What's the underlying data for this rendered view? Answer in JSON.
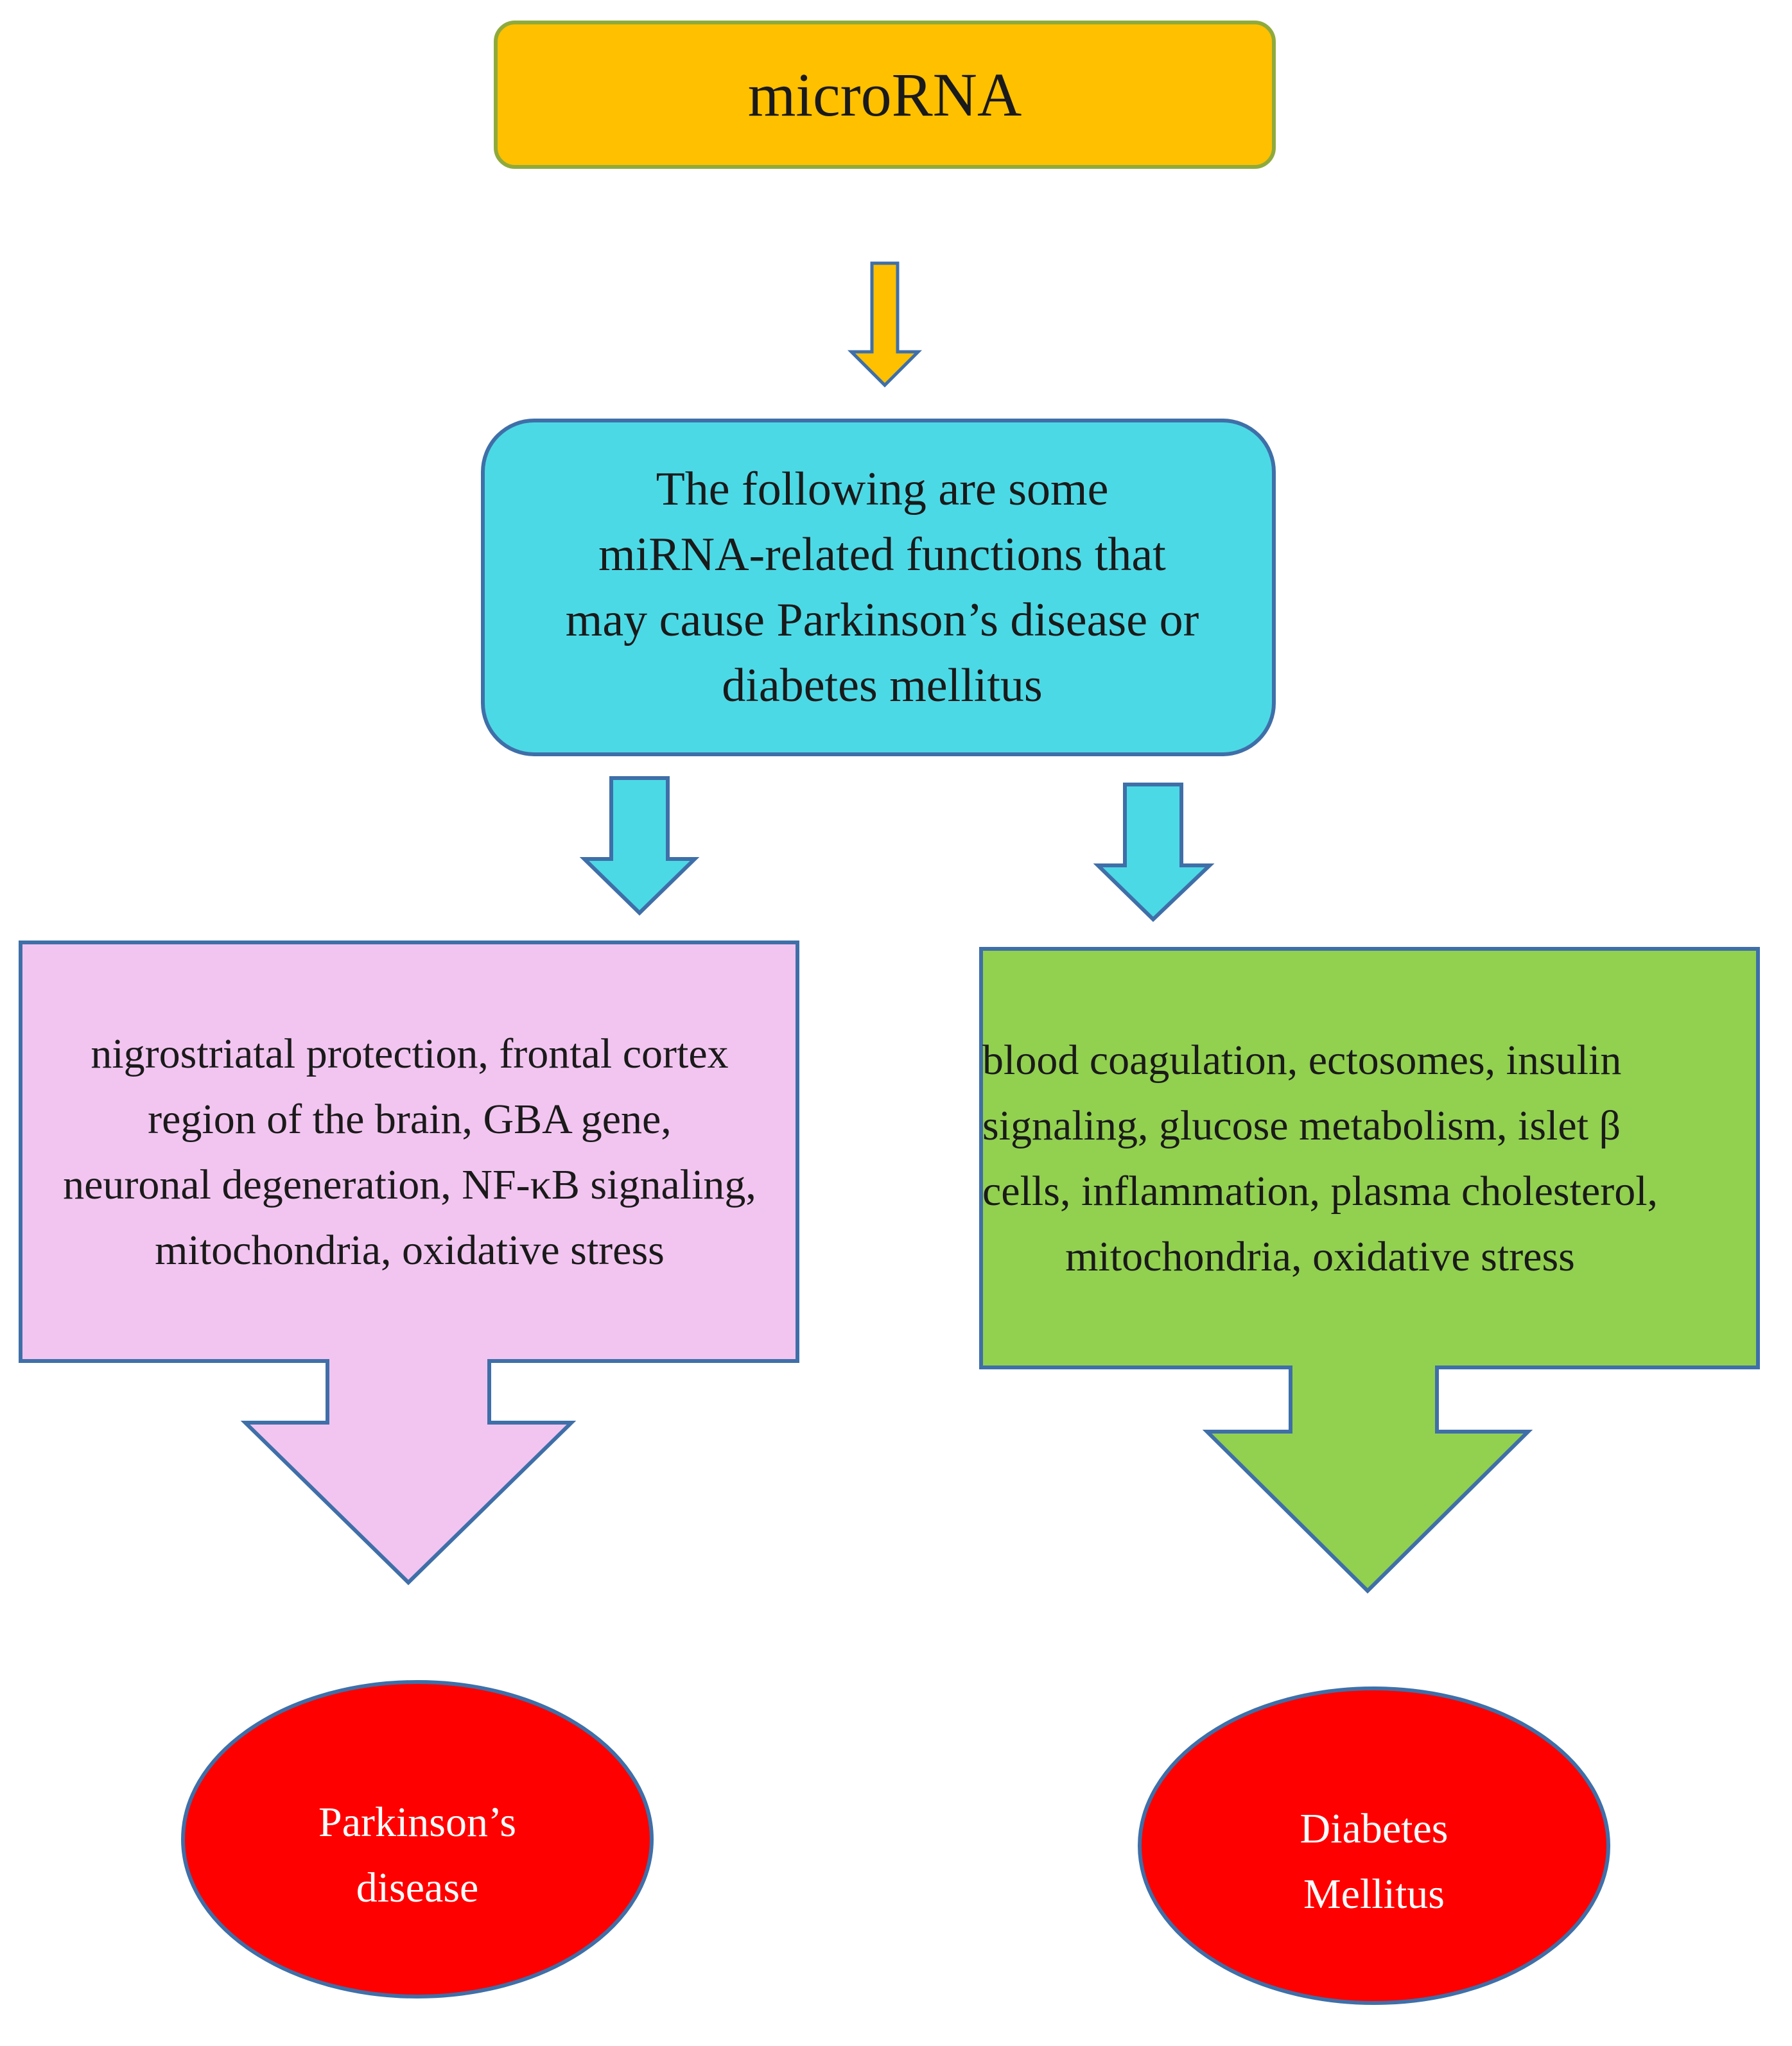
{
  "nodes": {
    "top": {
      "text": "microRNA",
      "fill": "#FFC000",
      "stroke": "#8FAA3C"
    },
    "middle": {
      "text": "The following are some\nmiRNA-related functions that\nmay cause Parkinson’s disease or\ndiabetes mellitus",
      "fill": "#4CD9E6",
      "stroke": "#3F6FA8"
    },
    "left_box": {
      "text": "nigrostriatal protection, frontal cortex\nregion of the brain, GBA gene,\nneuronal degeneration, NF-κB signaling,\nmitochondria, oxidative stress",
      "fill": "#F2C5F0",
      "stroke": "#3F6FA8"
    },
    "right_box": {
      "text_main": "blood coagulation, ectosomes, insulin\nsignaling, glucose metabolism, islet β\ncells, inflammation, plasma cholesterol,",
      "text_last": "mitochondria, oxidative stress",
      "fill": "#92D050",
      "stroke": "#3F6FA8"
    },
    "parkinsons": {
      "text": "Parkinson’s\ndisease",
      "fill": "#FF0000",
      "stroke": "#3F6FA8"
    },
    "diabetes": {
      "text": "Diabetes\nMellitus",
      "fill": "#FF0000",
      "stroke": "#3F6FA8"
    }
  },
  "arrows": {
    "top_arrow": {
      "fill": "#FFC000",
      "stroke": "#3F6FA8"
    },
    "left_small_arrow": {
      "fill": "#4CD9E6",
      "stroke": "#3F6FA8"
    },
    "right_small_arrow": {
      "fill": "#4CD9E6",
      "stroke": "#3F6FA8"
    }
  }
}
